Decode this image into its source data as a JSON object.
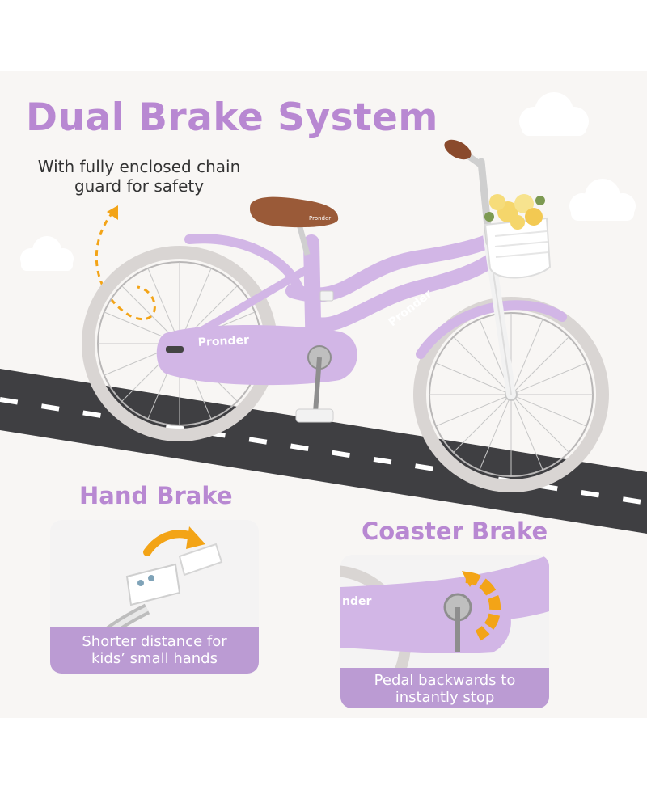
{
  "main_title": "Dual Brake System",
  "chain_note": [
    "With fully enclosed chain",
    "guard for safety"
  ],
  "brand_label": "Pronder",
  "hand_brake": {
    "title": "Hand Brake",
    "caption": [
      "Shorter distance for",
      "kids’ small hands"
    ]
  },
  "coaster_brake": {
    "title": "Coaster Brake",
    "caption": [
      "Pedal backwards to",
      "instantly stop"
    ],
    "inset_brand_fragment": "nder"
  },
  "colors": {
    "accent_purple": "#b888d2",
    "bike_lavender": "#d2b6e6",
    "caption_purple": "#bb9bd3",
    "road": "#3f3f42",
    "saddle_brown": "#9a5a38",
    "arrow_orange": "#f3a417"
  },
  "icons": [
    "cloud-icon",
    "dashed-arrow-icon",
    "curved-arrow-icon",
    "flower-basket-icon"
  ]
}
